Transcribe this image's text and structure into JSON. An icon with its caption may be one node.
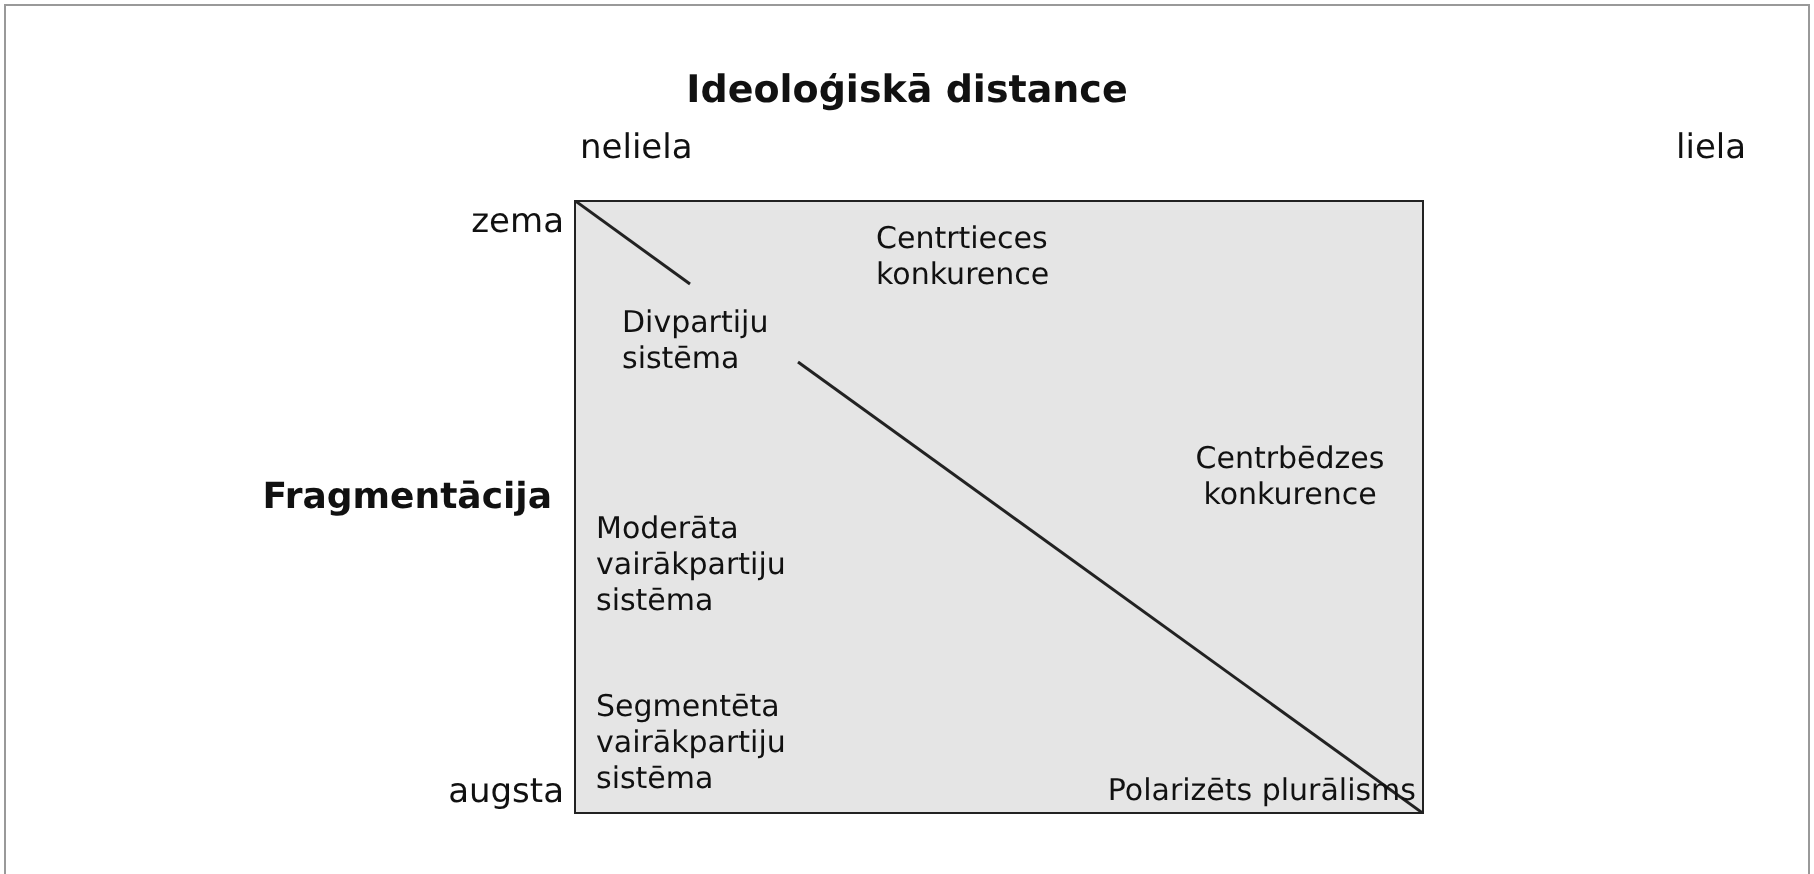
{
  "diagram": {
    "title": "Ideoloģiskā distance",
    "labels": [
      "neliela",
      "liela",
      "zema",
      "Centrtieces konkurence",
      "Divpartiju sistēma",
      "Centrbēdzes konkurence",
      "Fragmentācija",
      "Moderāta vairākpartiju sistēma",
      "Segmentēta vairākpartiju sistēma",
      "augsta",
      "Polarizēts plurālisms"
    ]
  }
}
